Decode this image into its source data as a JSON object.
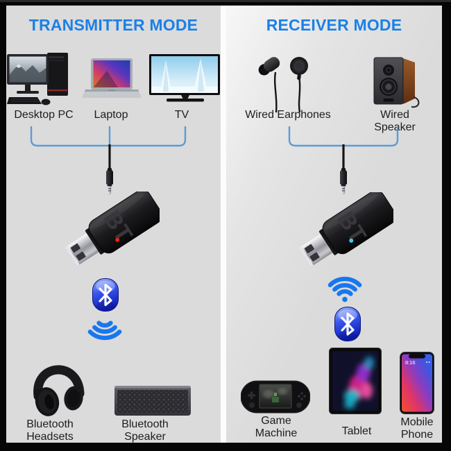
{
  "transmitter": {
    "title": "TRANSMITTER MODE",
    "sources": [
      {
        "name": "desktop-pc",
        "label": "Desktop PC"
      },
      {
        "name": "laptop",
        "label": "Laptop"
      },
      {
        "name": "tv",
        "label": "TV"
      }
    ],
    "dongle": {
      "label": "BT"
    },
    "outputs": [
      {
        "name": "bluetooth-headsets",
        "label": "Bluetooth\nHeadsets"
      },
      {
        "name": "bluetooth-speaker",
        "label": "Bluetooth\nSpeaker"
      }
    ]
  },
  "receiver": {
    "title": "RECEIVER MODE",
    "sources": [
      {
        "name": "wired-earphones",
        "label": "Wired Earphones"
      },
      {
        "name": "wired-speaker",
        "label": "Wired Speaker"
      }
    ],
    "dongle": {
      "label": "BT"
    },
    "phone_time": "8:16",
    "outputs": [
      {
        "name": "game-machine",
        "label": "Game\nMachine"
      },
      {
        "name": "tablet",
        "label": "Tablet"
      },
      {
        "name": "mobile-phone",
        "label": "Mobile\nPhone"
      }
    ]
  },
  "icons": {
    "bluetooth": "glossy blue bluetooth-rune badge",
    "signal_down": "wifi arcs radiating downward",
    "signal_up": "wifi arcs radiating upward with dot"
  },
  "colors": {
    "title_blue": "#1b80e6",
    "bracket_blue": "#5b9bd5",
    "signal_blue": "#1877f0",
    "led_transmitter": "#f02012",
    "led_receiver": "#45c8f5",
    "panel_gray": "#dbdbdb",
    "frame_black": "#060606"
  }
}
